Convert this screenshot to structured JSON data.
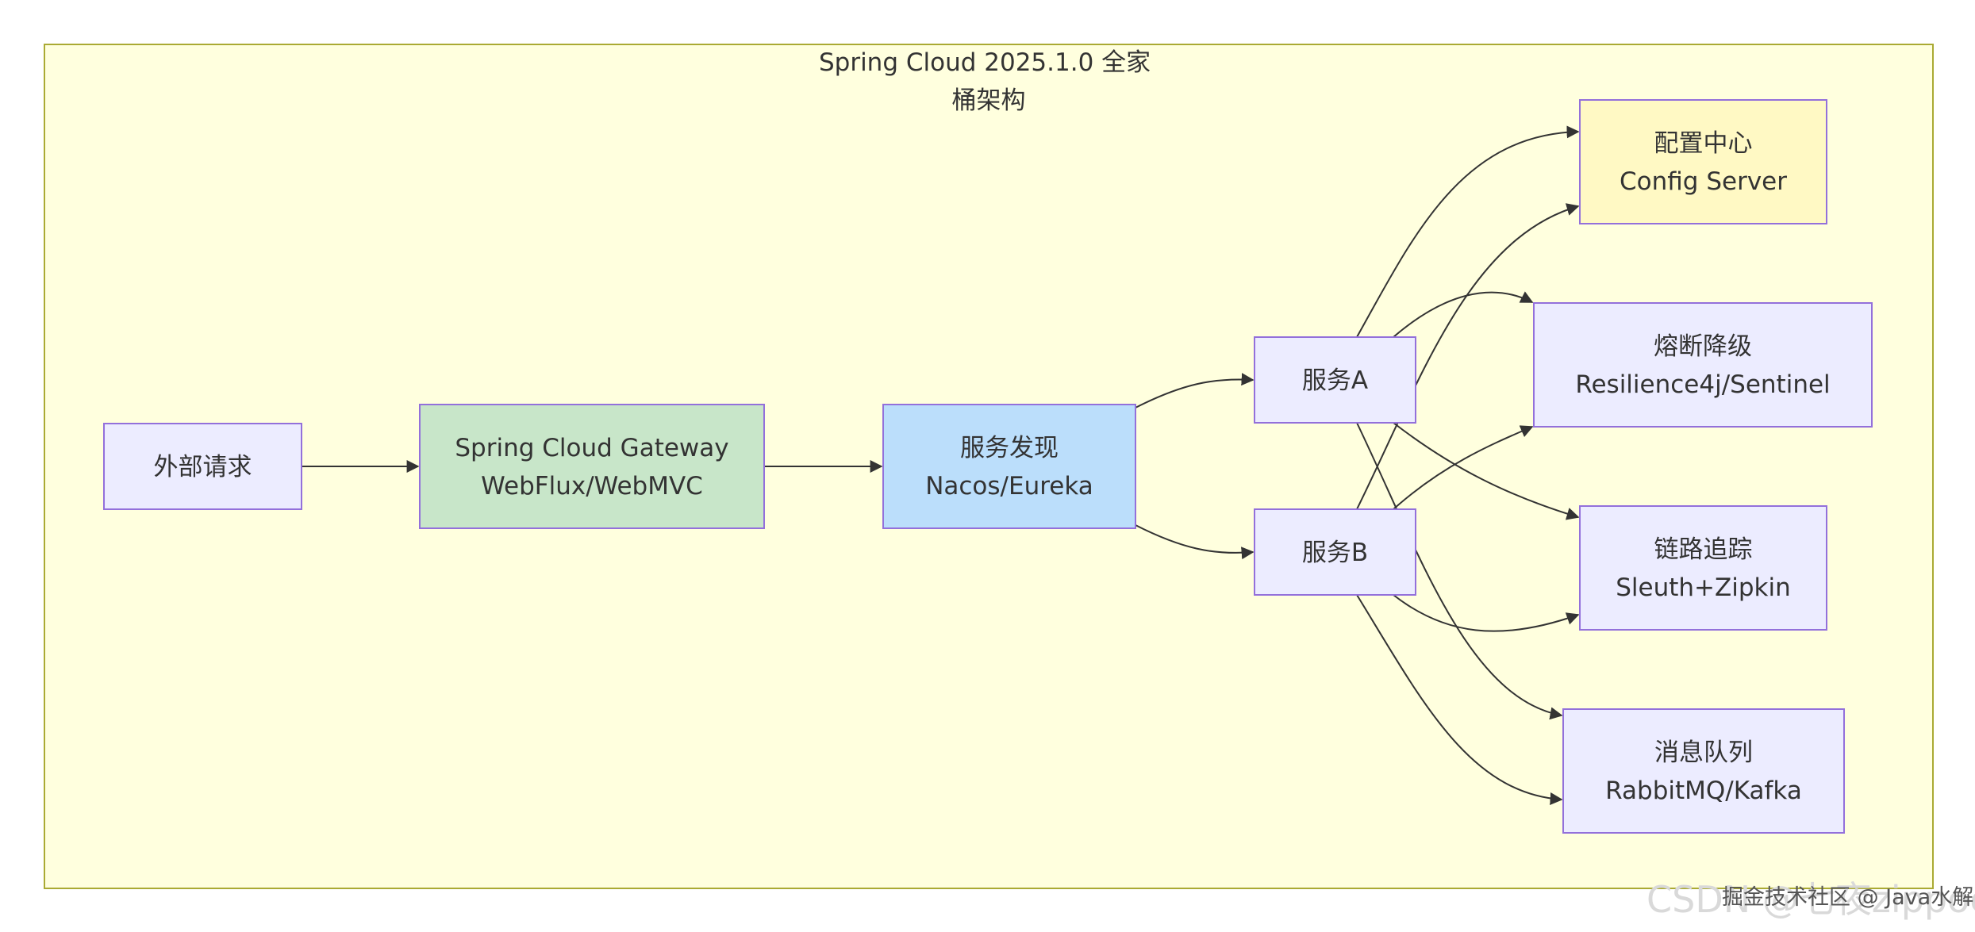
{
  "title_lines": [
    "Spring Cloud 2025.1.0 全家",
    "桶架构"
  ],
  "colors": {
    "group_fill": "#ffffde",
    "group_stroke": "#aaaa33",
    "default_fill": "#ececff",
    "default_stroke": "#9370db",
    "edge": "#333333"
  },
  "nodes": [
    {
      "id": "client",
      "lines": [
        "外部请求"
      ],
      "fill": "#ececff",
      "stroke": "#9370db"
    },
    {
      "id": "gateway",
      "lines": [
        "Spring Cloud Gateway",
        "WebFlux/WebMVC"
      ],
      "fill": "#c8e6c9",
      "stroke": "#9370db"
    },
    {
      "id": "discovery",
      "lines": [
        "服务发现",
        "Nacos/Eureka"
      ],
      "fill": "#bbdefb",
      "stroke": "#9370db"
    },
    {
      "id": "svcA",
      "lines": [
        "服务A"
      ],
      "fill": "#ececff",
      "stroke": "#9370db"
    },
    {
      "id": "svcB",
      "lines": [
        "服务B"
      ],
      "fill": "#ececff",
      "stroke": "#9370db"
    },
    {
      "id": "config",
      "lines": [
        "配置中心",
        "Config Server"
      ],
      "fill": "#fff9c4",
      "stroke": "#9370db"
    },
    {
      "id": "resil",
      "lines": [
        "熔断降级",
        "Resilience4j/Sentinel"
      ],
      "fill": "#ececff",
      "stroke": "#9370db"
    },
    {
      "id": "trace",
      "lines": [
        "链路追踪",
        "Sleuth+Zipkin"
      ],
      "fill": "#ececff",
      "stroke": "#9370db"
    },
    {
      "id": "mq",
      "lines": [
        "消息队列",
        "RabbitMQ/Kafka"
      ],
      "fill": "#ececff",
      "stroke": "#9370db"
    }
  ],
  "edges": [
    {
      "from": "client",
      "to": "gateway"
    },
    {
      "from": "gateway",
      "to": "discovery"
    },
    {
      "from": "discovery",
      "to": "svcA"
    },
    {
      "from": "discovery",
      "to": "svcB"
    },
    {
      "from": "svcA",
      "to": "config"
    },
    {
      "from": "svcA",
      "to": "resil"
    },
    {
      "from": "svcA",
      "to": "trace"
    },
    {
      "from": "svcA",
      "to": "mq"
    },
    {
      "from": "svcB",
      "to": "config"
    },
    {
      "from": "svcB",
      "to": "resil"
    },
    {
      "from": "svcB",
      "to": "trace"
    },
    {
      "from": "svcB",
      "to": "mq"
    }
  ],
  "watermark": {
    "back": "CSDN @七夜zippoe",
    "front": "掘金技术社区 @ Java水解"
  }
}
